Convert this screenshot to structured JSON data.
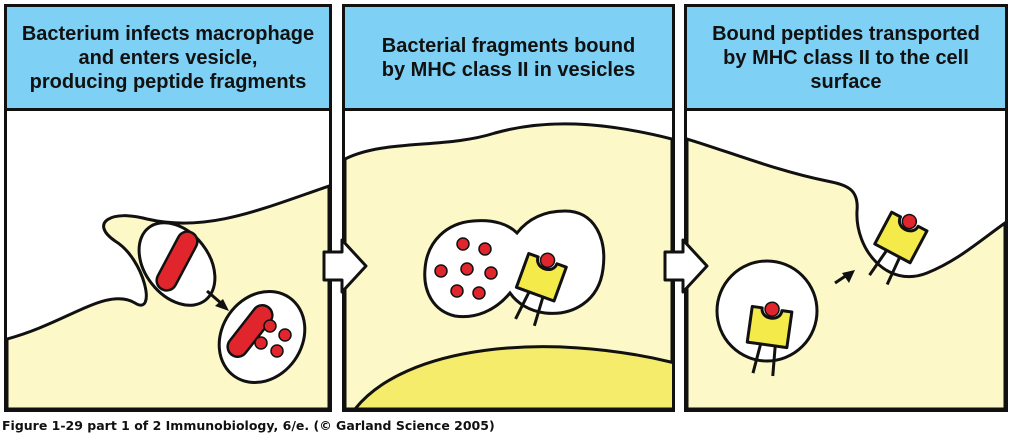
{
  "panels": [
    {
      "title": "Bacterium infects macrophage\nand enters vesicle,\nproducing peptide fragments"
    },
    {
      "title": "Bacterial fragments bound\nby MHC class II in vesicles"
    },
    {
      "title": "Bound peptides transported\nby MHC class II to the cell\nsurface"
    }
  ],
  "caption": "Figure 1-29 part 1 of 2  Immunobiology, 6/e. (© Garland Science 2005)",
  "colors": {
    "header": "#7ed0f4",
    "cytoplasm": "#fdf8c8",
    "nucleus": "#f4ec6a",
    "bacterium": "#e0262c",
    "peptide": "#e0262c",
    "mhc": "#f4ea4a",
    "outline": "#111111"
  },
  "icons": [
    "arrow-right-icon",
    "small-arrow-icon",
    "mhc-class-ii-icon",
    "bacterium-icon",
    "peptide-icon"
  ]
}
